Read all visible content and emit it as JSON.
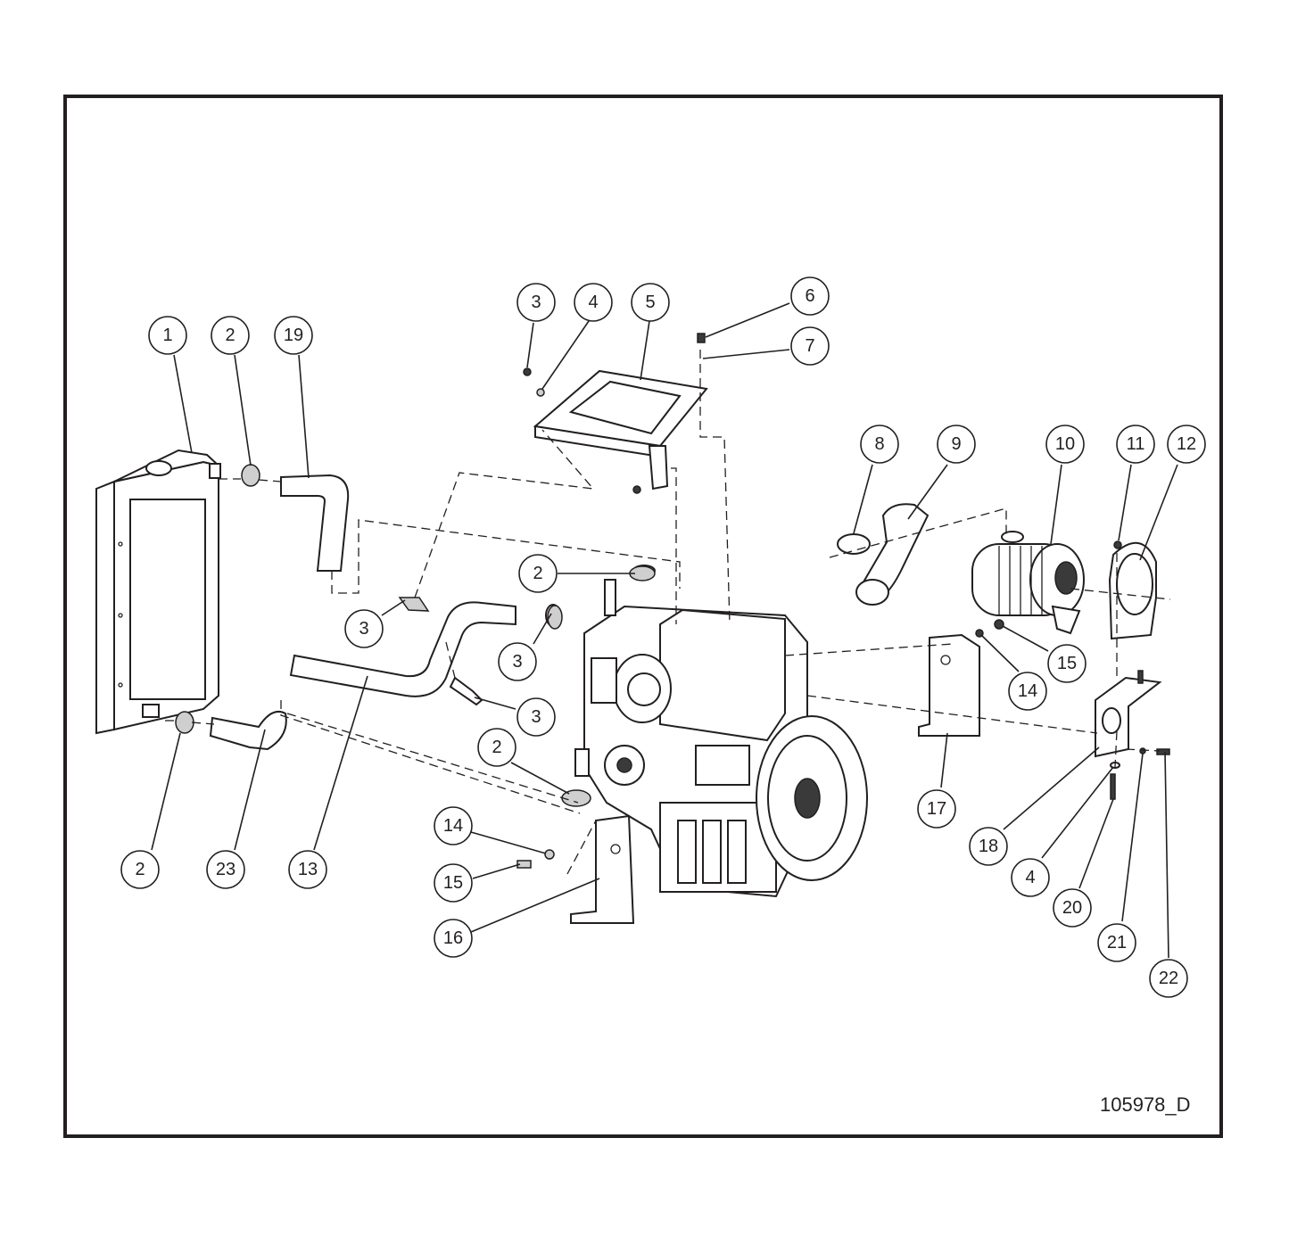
{
  "drawing_number": "105978_D",
  "callouts": [
    {
      "label": "1"
    },
    {
      "label": "2"
    },
    {
      "label": "19"
    },
    {
      "label": "3"
    },
    {
      "label": "4"
    },
    {
      "label": "5"
    },
    {
      "label": "6"
    },
    {
      "label": "7"
    },
    {
      "label": "8"
    },
    {
      "label": "9"
    },
    {
      "label": "10"
    },
    {
      "label": "11"
    },
    {
      "label": "12"
    },
    {
      "label": "2"
    },
    {
      "label": "3"
    },
    {
      "label": "3"
    },
    {
      "label": "3"
    },
    {
      "label": "15"
    },
    {
      "label": "14"
    },
    {
      "label": "2"
    },
    {
      "label": "17"
    },
    {
      "label": "14"
    },
    {
      "label": "15"
    },
    {
      "label": "16"
    },
    {
      "label": "18"
    },
    {
      "label": "4"
    },
    {
      "label": "20"
    },
    {
      "label": "21"
    },
    {
      "label": "22"
    },
    {
      "label": "2"
    },
    {
      "label": "23"
    },
    {
      "label": "13"
    }
  ],
  "colors": {
    "line": "#231f20",
    "background": "#ffffff"
  }
}
